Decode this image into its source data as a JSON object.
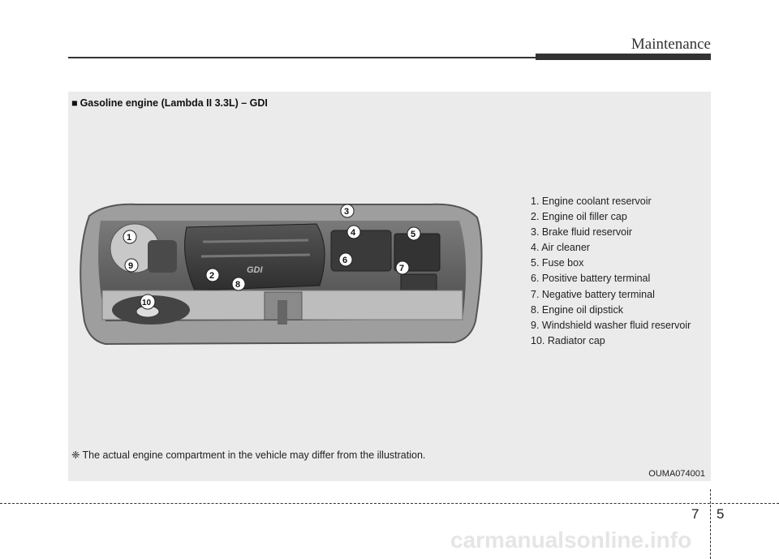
{
  "header": {
    "section_title": "Maintenance"
  },
  "figure": {
    "title_marker": "■",
    "title": "Gasoline engine (Lambda II 3.3L) – GDI",
    "engine_label": "GDI",
    "callouts": [
      "1",
      "2",
      "3",
      "4",
      "5",
      "6",
      "7",
      "8",
      "9",
      "10"
    ],
    "legend": [
      "1. Engine coolant reservoir",
      "2. Engine oil filler cap",
      "3. Brake fluid reservoir",
      "4. Air cleaner",
      "5. Fuse box",
      "6. Positive battery terminal",
      "7. Negative battery terminal",
      "8. Engine oil dipstick",
      "9. Windshield washer fluid reservoir",
      "10. Radiator cap"
    ],
    "footnote_symbol": "❈",
    "footnote": "The actual engine compartment in the vehicle may differ from the illustration.",
    "code": "OUMA074001"
  },
  "footer": {
    "chapter": "7",
    "page": "5"
  },
  "watermark": "carmanualsonline.info"
}
